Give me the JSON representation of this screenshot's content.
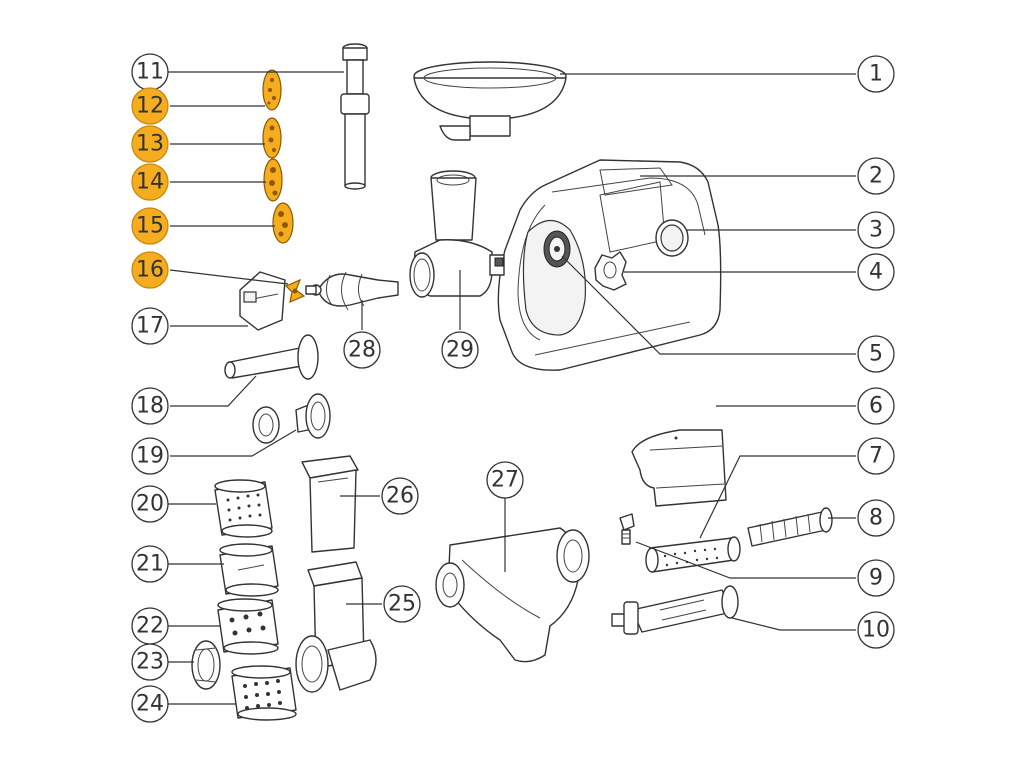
{
  "callouts": [
    {
      "id": 1,
      "label": "1",
      "highlighted": false
    },
    {
      "id": 2,
      "label": "2",
      "highlighted": false
    },
    {
      "id": 3,
      "label": "3",
      "highlighted": false
    },
    {
      "id": 4,
      "label": "4",
      "highlighted": false
    },
    {
      "id": 5,
      "label": "5",
      "highlighted": false
    },
    {
      "id": 6,
      "label": "6",
      "highlighted": false
    },
    {
      "id": 7,
      "label": "7",
      "highlighted": false
    },
    {
      "id": 8,
      "label": "8",
      "highlighted": false
    },
    {
      "id": 9,
      "label": "9",
      "highlighted": false
    },
    {
      "id": 10,
      "label": "10",
      "highlighted": false
    },
    {
      "id": 11,
      "label": "11",
      "highlighted": false
    },
    {
      "id": 12,
      "label": "12",
      "highlighted": true
    },
    {
      "id": 13,
      "label": "13",
      "highlighted": true
    },
    {
      "id": 14,
      "label": "14",
      "highlighted": true
    },
    {
      "id": 15,
      "label": "15",
      "highlighted": true
    },
    {
      "id": 16,
      "label": "16",
      "highlighted": true
    },
    {
      "id": 17,
      "label": "17",
      "highlighted": false
    },
    {
      "id": 18,
      "label": "18",
      "highlighted": false
    },
    {
      "id": 19,
      "label": "19",
      "highlighted": false
    },
    {
      "id": 20,
      "label": "20",
      "highlighted": false
    },
    {
      "id": 21,
      "label": "21",
      "highlighted": false
    },
    {
      "id": 22,
      "label": "22",
      "highlighted": false
    },
    {
      "id": 23,
      "label": "23",
      "highlighted": false
    },
    {
      "id": 24,
      "label": "24",
      "highlighted": false
    },
    {
      "id": 25,
      "label": "25",
      "highlighted": false
    },
    {
      "id": 26,
      "label": "26",
      "highlighted": false
    },
    {
      "id": 27,
      "label": "27",
      "highlighted": false
    },
    {
      "id": 28,
      "label": "28",
      "highlighted": false
    },
    {
      "id": 29,
      "label": "29",
      "highlighted": false
    }
  ],
  "colors": {
    "highlight": "#f5ad1f",
    "line": "#333333",
    "background": "#ffffff"
  }
}
